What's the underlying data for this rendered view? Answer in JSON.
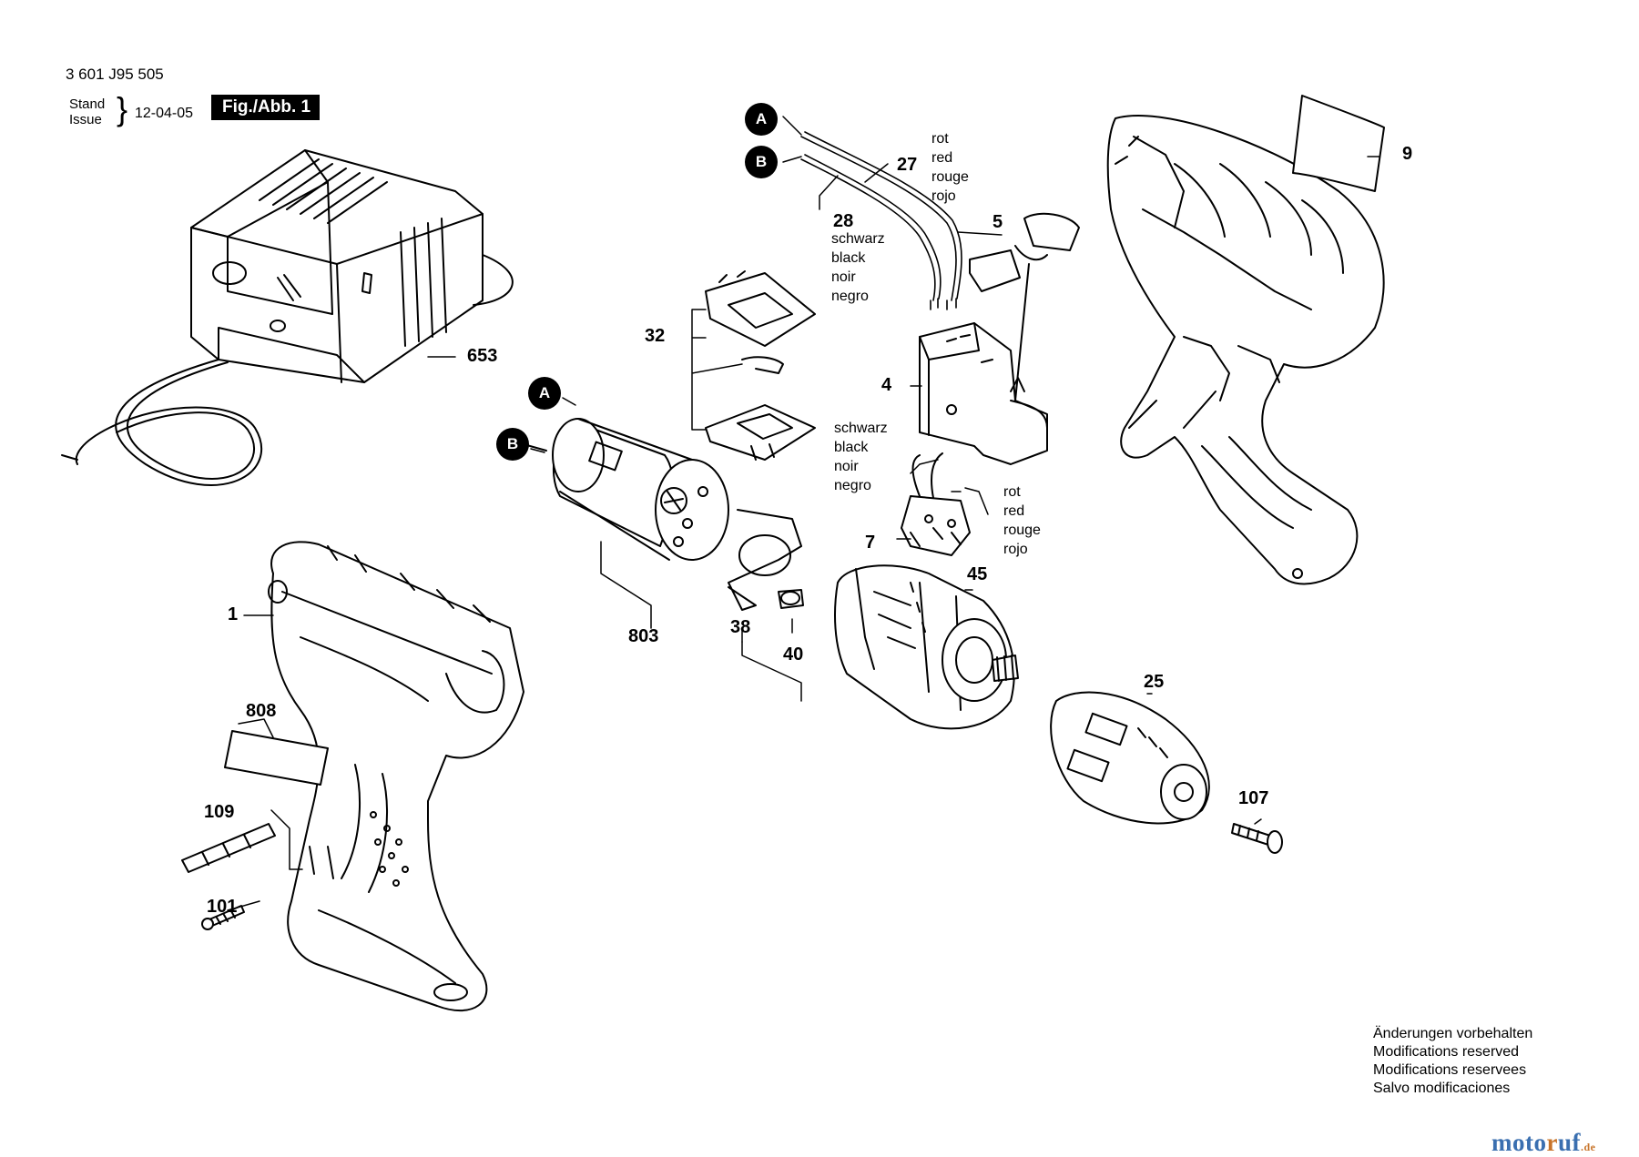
{
  "header": {
    "doc_number": "3 601 J95 505",
    "stand_label": "Stand",
    "issue_label": "Issue",
    "date": "12-04-05",
    "figure_label": "Fig./Abb. 1"
  },
  "parts": {
    "p1": "1",
    "p4": "4",
    "p5": "5",
    "p7": "7",
    "p9": "9",
    "p25": "25",
    "p27": "27",
    "p28": "28",
    "p32": "32",
    "p38": "38",
    "p40": "40",
    "p45": "45",
    "p101": "101",
    "p107": "107",
    "p109": "109",
    "p653": "653",
    "p803": "803",
    "p808": "808"
  },
  "refs": {
    "a": "A",
    "b": "B"
  },
  "wire_colors": {
    "red": [
      "rot",
      "red",
      "rouge",
      "rojo"
    ],
    "black": [
      "schwarz",
      "black",
      "noir",
      "negro"
    ]
  },
  "modifications": [
    "Änderungen vorbehalten",
    "Modifications reserved",
    "Modifications reservees",
    "Salvo modificaciones"
  ],
  "watermark": {
    "brand_a": "moto",
    "brand_f": "r",
    "brand_b": "uf",
    "tld": ".de"
  }
}
